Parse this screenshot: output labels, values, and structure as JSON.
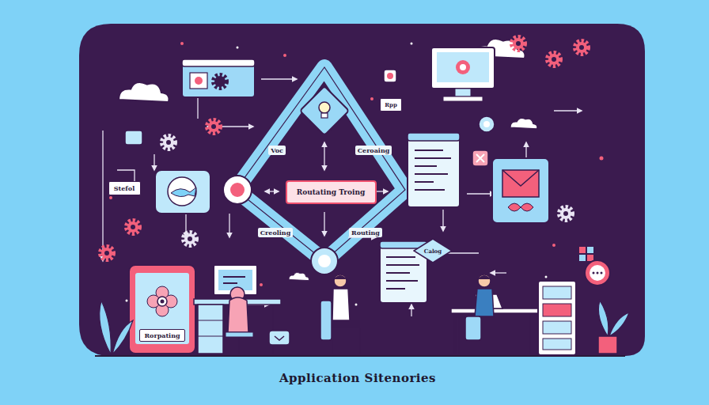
{
  "diagram": {
    "caption": "Application Sitenories",
    "nodes": [
      {
        "text": [
          "Routating Troing"
        ]
      },
      {
        "text": [
          "Stefol"
        ]
      },
      {
        "text": [
          "Rpp"
        ]
      },
      {
        "text": [
          "Calog"
        ]
      },
      {
        "text": [
          "Rorpating"
        ]
      }
    ],
    "labels": [
      "Voc",
      "Ceroaing",
      "Creoling",
      "Routing"
    ]
  }
}
